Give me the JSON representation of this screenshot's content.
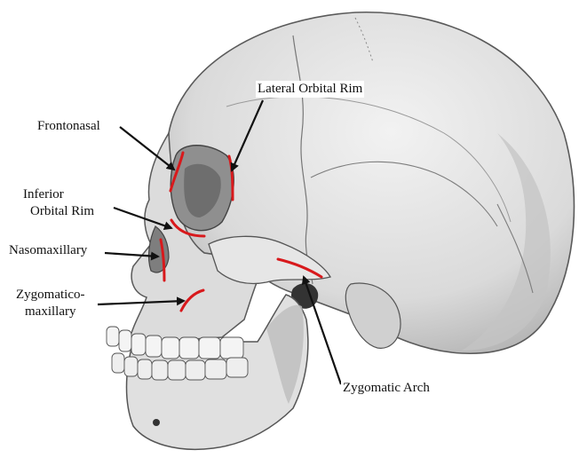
{
  "labels": {
    "frontonasal": "Frontonasal",
    "inferior_orbital_rim_line1": "Inferior",
    "inferior_orbital_rim_line2": "Orbital Rim",
    "nasomaxillary": "Nasomaxillary",
    "zygomaticomaxillary_line1": "Zygomatico-",
    "zygomaticomaxillary_line2": "maxillary",
    "lateral_orbital_rim": "Lateral Orbital Rim",
    "zygomatic_arch": "Zygomatic Arch"
  },
  "colors": {
    "fracture_line": "#d8191c",
    "arrow": "#111111",
    "bone": "#e4e4e4",
    "bone_shadow": "#b9b9b9",
    "outline": "#555555"
  }
}
